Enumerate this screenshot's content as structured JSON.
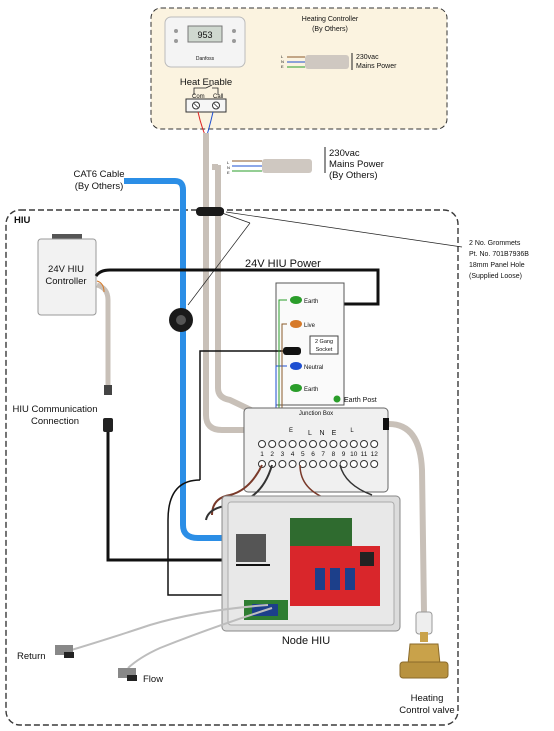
{
  "heating_controller": {
    "title": "Heating Controller",
    "subtitle": "(By Others)",
    "display": "953",
    "brand": "Danfoss",
    "mains_voltage": "230vac",
    "mains_label": "Mains Power",
    "terminal_l": "L",
    "terminal_n": "N",
    "terminal_e": "E"
  },
  "heat_enable": {
    "label": "Heat Enable",
    "com": "Com",
    "call": "Call"
  },
  "mains_supply": {
    "voltage": "230vac",
    "label": "Mains Power",
    "owner": "(By Others)"
  },
  "cat6": {
    "label": "CAT6 Cable",
    "owner": "(By Others)"
  },
  "hiu_boundary_label": "HIU",
  "grommets": {
    "line1": "2 No. Grommets",
    "line2": "Pt. No. 701B7936B",
    "line3": "18mm Panel Hole",
    "line4": "(Supplied Loose)"
  },
  "hiu_controller": {
    "line1": "24V HIU",
    "line2": "Controller"
  },
  "hiu_power_label": "24V HIU Power",
  "socket": {
    "earth_top": "Earth",
    "live": "Live",
    "name_line1": "2 Gang",
    "name_line2": "Socket",
    "neutral": "Neutral",
    "earth_bottom": "Earth",
    "earth_post": "Earth Post"
  },
  "comms": {
    "line1": "HIU Communication",
    "line2": "Connection"
  },
  "junction_box": {
    "title": "Junction Box",
    "letter_labels": [
      "E",
      "L",
      "N",
      "E",
      "L"
    ],
    "terminals": [
      "1",
      "2",
      "3",
      "4",
      "5",
      "6",
      "7",
      "8",
      "9",
      "10",
      "11",
      "12"
    ]
  },
  "node_hiu_label": "Node HIU",
  "pipes": {
    "return": "Return",
    "flow": "Flow"
  },
  "valve": {
    "line1": "Heating",
    "line2": "Control valve"
  },
  "colors": {
    "cat6_blue": "#2b8ee6",
    "hiu_border": "#3a3a3a",
    "controller_fill": "#fbf3e0",
    "cable_grey": "#c8c0b8",
    "relay_red": "#d9262b"
  }
}
